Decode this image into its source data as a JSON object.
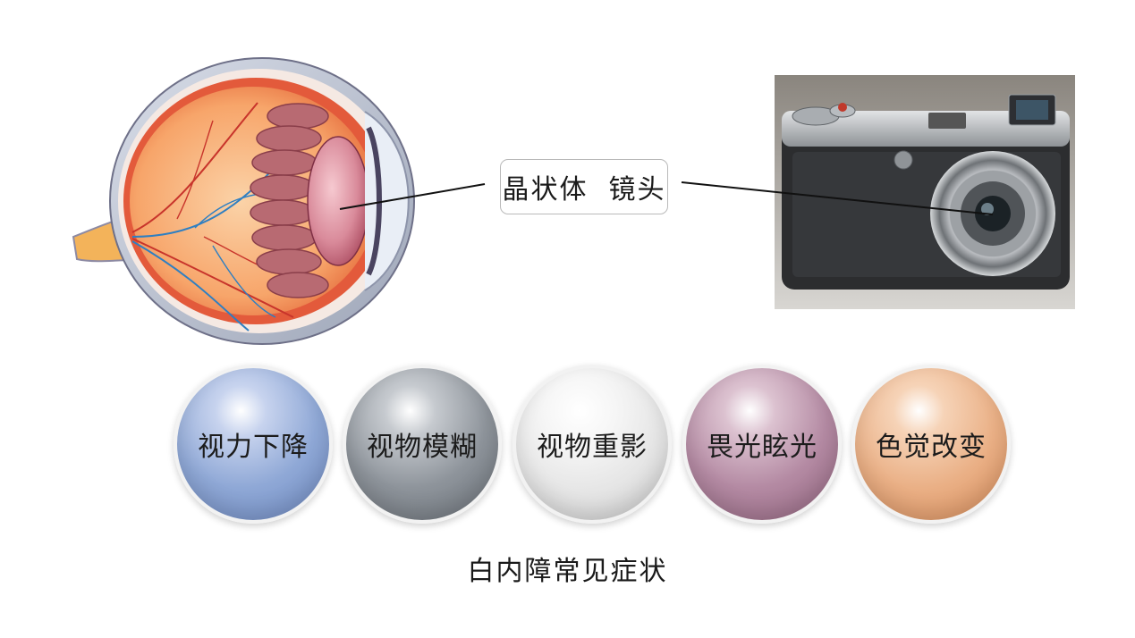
{
  "comparison": {
    "label": "晶状体  镜头",
    "left_image": "eye-anatomy",
    "right_image": "camera"
  },
  "symptoms": [
    {
      "label": "视力下降",
      "color": "#8fa8d6"
    },
    {
      "label": "视物模糊",
      "color": "#8e949b"
    },
    {
      "label": "视物重影",
      "color": "#e6e6e6"
    },
    {
      "label": "畏光眩光",
      "color": "#b48aa3"
    },
    {
      "label": "色觉改变",
      "color": "#eab086"
    }
  ],
  "caption": "白内障常见症状"
}
